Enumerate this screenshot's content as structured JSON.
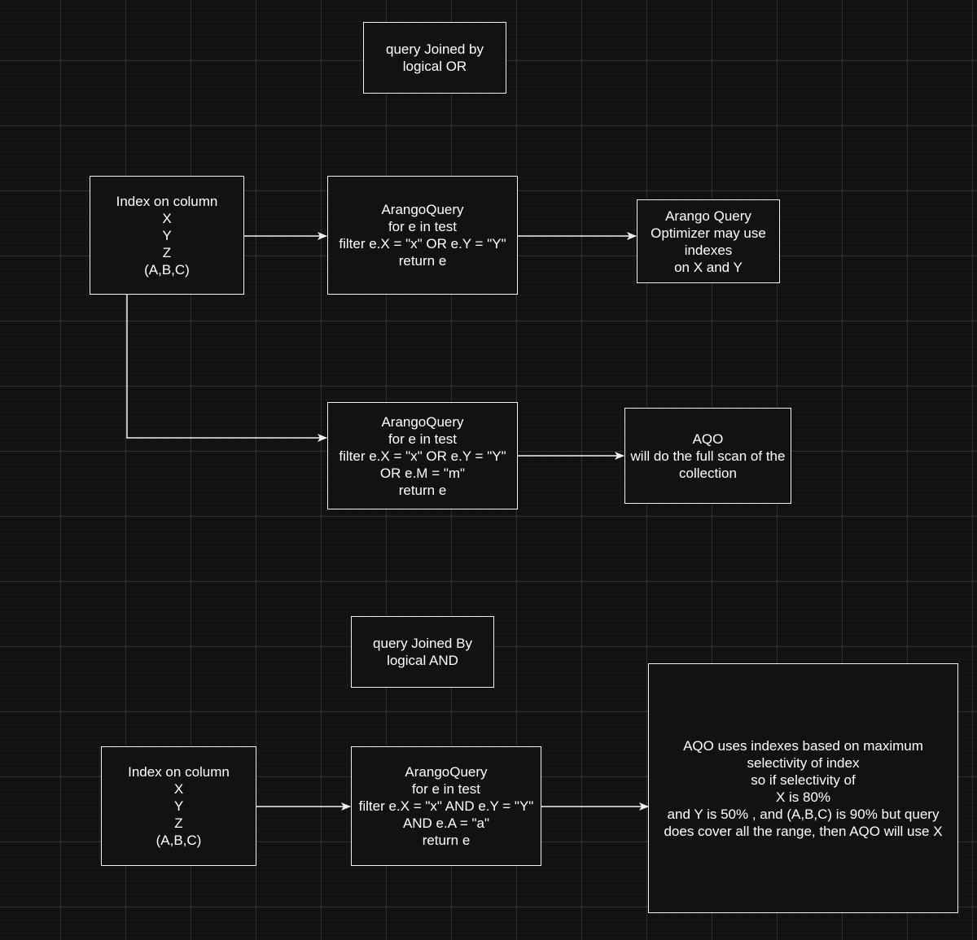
{
  "colors": {
    "background": "#121212",
    "stroke": "#f2f2f2",
    "text": "#ffffff"
  },
  "nodes": {
    "or_title": {
      "text": "query Joined by\nlogical OR"
    },
    "index_top": {
      "text": "Index on column\nX\nY\nZ\n(A,B,C)"
    },
    "query_or": {
      "text": "ArangoQuery\nfor e in test\nfilter e.X = \"x\" OR e.Y = \"Y\"\nreturn e"
    },
    "optimizer_note": {
      "text": "Arango Query\nOptimizer may use\nindexes\non X and Y"
    },
    "query_or_m": {
      "text": "ArangoQuery\nfor e in test\nfilter e.X = \"x\" OR e.Y = \"Y\"\nOR e.M = \"m\"\nreturn e"
    },
    "full_scan_note": {
      "text": "AQO\nwill do the full scan of the\ncollection"
    },
    "and_title": {
      "text": "query Joined By\nlogical AND"
    },
    "index_bottom": {
      "text": "Index on column\nX\nY\nZ\n(A,B,C)"
    },
    "query_and": {
      "text": "ArangoQuery\nfor e in test\nfilter e.X = \"x\" AND e.Y = \"Y\"\nAND e.A = \"a\"\nreturn e"
    },
    "selectivity_note": {
      "text": "AQO uses indexes based on maximum\nselectivity of index\nso if selectivity of\nX is 80%\nand Y is 50% , and (A,B,C) is 90% but query\ndoes cover all the range, then AQO will use X"
    }
  },
  "edges": [
    {
      "from": "index_top",
      "to": "query_or"
    },
    {
      "from": "query_or",
      "to": "optimizer_note"
    },
    {
      "from": "index_top",
      "to": "query_or_m"
    },
    {
      "from": "query_or_m",
      "to": "full_scan_note"
    },
    {
      "from": "index_bottom",
      "to": "query_and"
    },
    {
      "from": "query_and",
      "to": "selectivity_note"
    }
  ]
}
